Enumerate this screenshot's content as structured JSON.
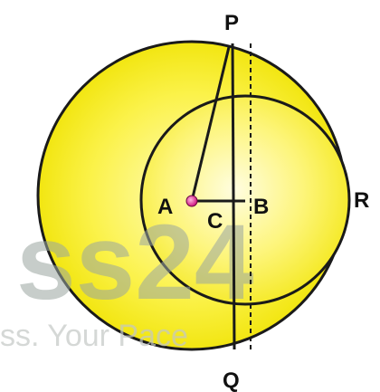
{
  "labels": {
    "P": "P",
    "Q": "Q",
    "R": "R",
    "A": "A",
    "B": "B",
    "C": "C"
  },
  "watermark": {
    "main": "ss24",
    "tagline": "ss. Your Pace"
  },
  "colors": {
    "fill_center": "#fffbb0",
    "fill_edge": "#f2e600",
    "stroke": "#1a1a1a",
    "center_dot": "#e0188c"
  }
}
